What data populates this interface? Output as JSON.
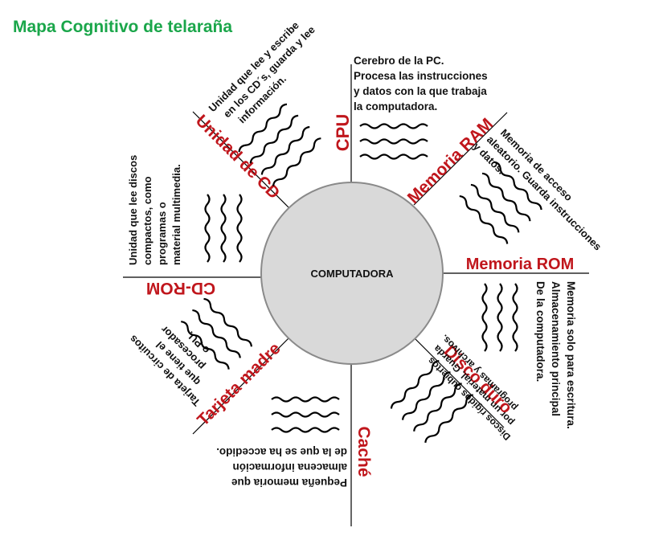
{
  "title": "Mapa Cognitivo de telaraña",
  "center": "COMPUTADORA",
  "colors": {
    "title": "#1aa64a",
    "label": "#c0161c",
    "text": "#111111",
    "circle_fill": "#d9d9d9",
    "circle_stroke": "#8a8a8a"
  },
  "branches": [
    {
      "id": "cpu",
      "label": "CPU",
      "lines": [
        "Cerebro de la PC.",
        "Procesa las instrucciones",
        "y datos  con la que trabaja",
        "la computadora."
      ]
    },
    {
      "id": "ram",
      "label": "Memoria RAM",
      "lines": [
        "Memoria de acceso",
        "aleatorio. Guarda instrucciones",
        "y datos."
      ]
    },
    {
      "id": "rom",
      "label": "Memoria ROM",
      "lines": [
        "Memoria solo para escritura.",
        "Almacenamiento principal",
        "De la computadora."
      ]
    },
    {
      "id": "disco",
      "label": "Disco duro",
      "lines": [
        "Discos rígidos cubiertos",
        "por un material. Guarda",
        "programas y archivos."
      ]
    },
    {
      "id": "cache",
      "label": "Caché",
      "lines": [
        "Pequeña memoria que",
        "almacena información",
        "de la que se ha accedido."
      ]
    },
    {
      "id": "madre",
      "label": "Tarjeta madre",
      "lines": [
        "Tarjeta de circuitos",
        "que tiene el",
        "procesador",
        "o PU."
      ]
    },
    {
      "id": "cdrom",
      "label": "CD-ROM",
      "lines": [
        "Unidad que lee discos",
        "compactos, como",
        "programas o",
        "material multimedia."
      ]
    },
    {
      "id": "cd",
      "label": "Unidad de CD",
      "lines": [
        "Unidad que lee y escribe",
        "en los CD´s, guarda y lee",
        "información."
      ]
    }
  ]
}
